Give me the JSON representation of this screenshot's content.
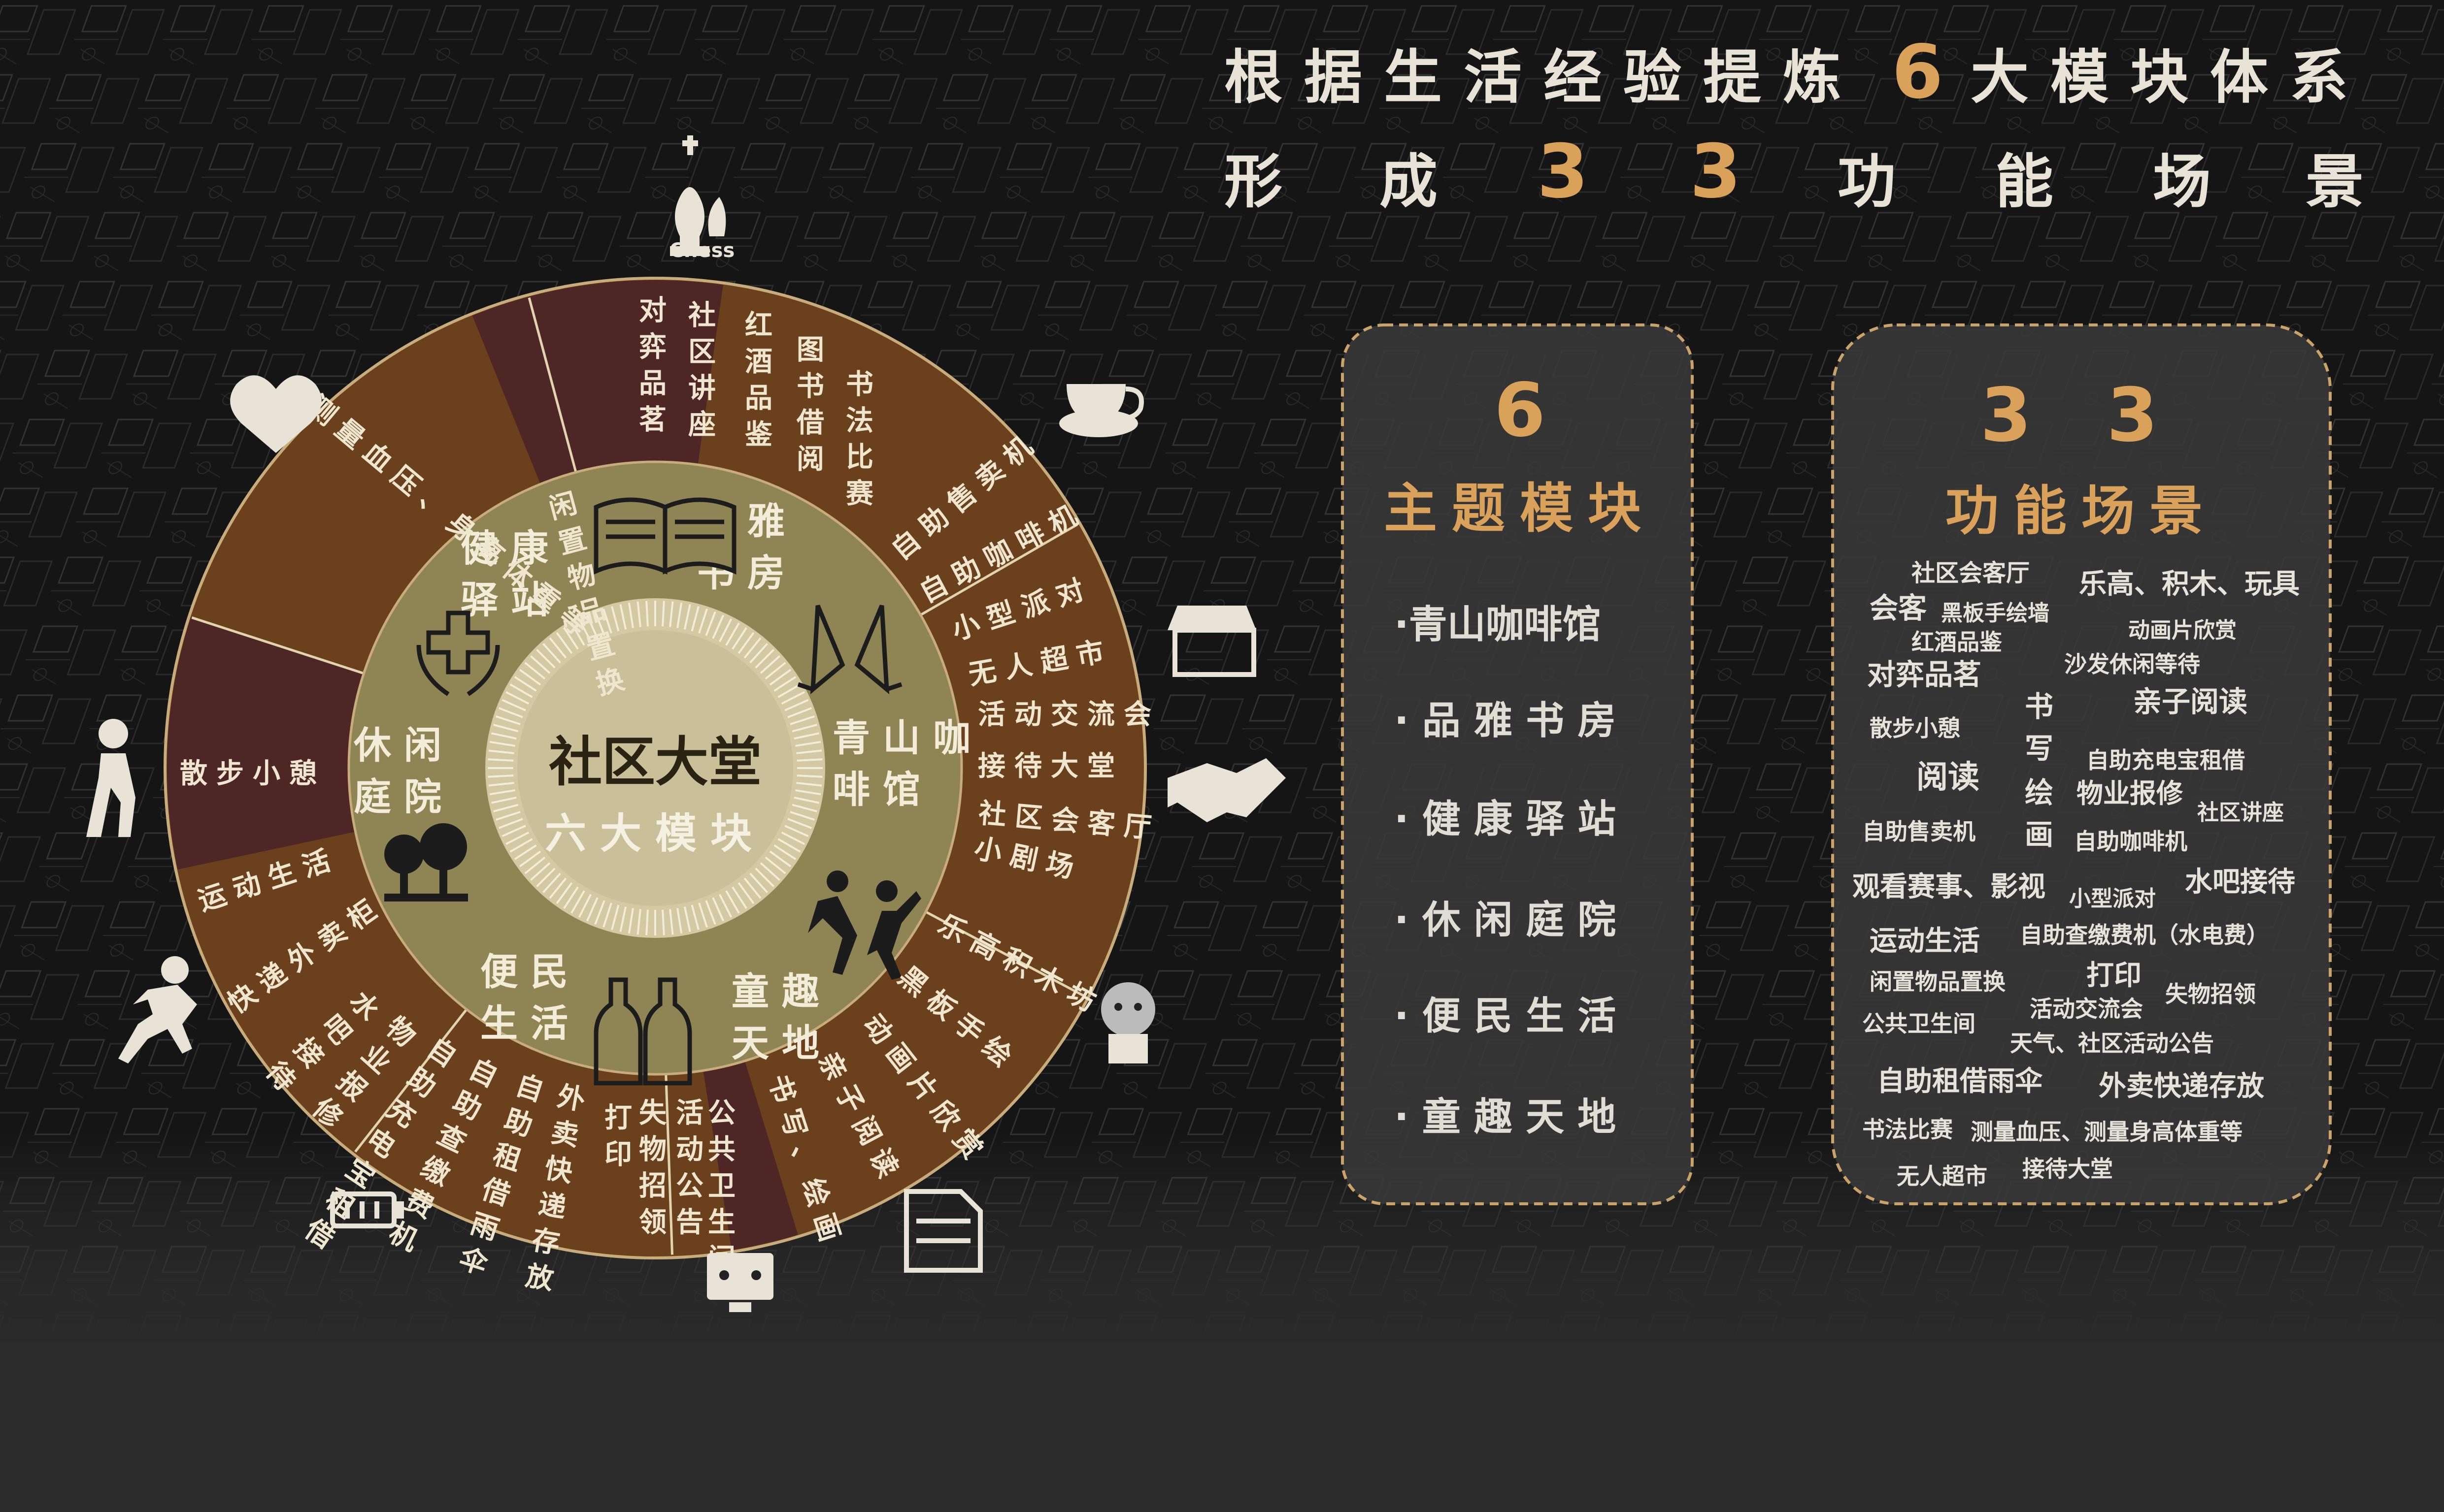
{
  "header": {
    "line1_a": "根据生活经验提炼",
    "line1_num": "6",
    "line1_b": "大模块体系",
    "line2_a": "形",
    "line2_b": "成",
    "line2_num1": "3",
    "line2_num2": "3",
    "line2_c": "功",
    "line2_d": "能",
    "line2_e": "场",
    "line2_f": "景"
  },
  "center": {
    "title": "社区大堂",
    "subtitle": "六大模块"
  },
  "modules": [
    {
      "id": "pinya",
      "name_1": "品雅",
      "name_2": "书房",
      "icon": "book-icon",
      "scenes": [
        "对弈品茗",
        "社区讲座",
        "红酒品鉴",
        "图书借阅",
        "书法比赛"
      ]
    },
    {
      "id": "qingshan",
      "name_1": "青山咖",
      "name_2": "啡馆",
      "icon": "wine-glasses-icon",
      "scenes": [
        "自助售卖机",
        "自助咖啡机",
        "小型派对",
        "无人超市",
        "活动交流会",
        "接待大堂",
        "社区会客厅",
        "小剧场"
      ]
    },
    {
      "id": "tongqu",
      "name_1": "童趣",
      "name_2": "天地",
      "icon": "kids-jumping-icon",
      "scenes": [
        "乐高积木坊",
        "黑板手绘",
        "动画片欣赏",
        "亲子阅读",
        "书写、绘画"
      ]
    },
    {
      "id": "bianmin",
      "name_1": "便民",
      "name_2": "生活",
      "icon": "bottles-icon",
      "scenes": [
        "公共卫生间",
        "活动公告",
        "失物招领",
        "打印",
        "外卖快递存放",
        "自助租借雨伞",
        "自助查缴费机",
        "自助充电宝租借",
        "物业报修",
        "水吧接待"
      ]
    },
    {
      "id": "xiuxian",
      "name_1": "休闲",
      "name_2": "庭院",
      "icon": "trees-icon",
      "scenes": [
        "快递外卖柜",
        "运动生活",
        "散步小憩"
      ]
    },
    {
      "id": "jiankang",
      "name_1": "健康",
      "name_2": "驿站",
      "icon": "care-hands-icon",
      "scenes": [
        "测量血压、身高体重等",
        "闲置物品置换"
      ]
    }
  ],
  "outer_icons": [
    {
      "name": "chess-icon",
      "label": "Chess"
    },
    {
      "name": "coffee-cup-icon"
    },
    {
      "name": "store-icon"
    },
    {
      "name": "handshake-icon"
    },
    {
      "name": "kid-avatar-icon"
    },
    {
      "name": "document-icon"
    },
    {
      "name": "monitor-icon"
    },
    {
      "name": "battery-icon"
    },
    {
      "name": "runner-icon"
    },
    {
      "name": "walker-icon"
    },
    {
      "name": "heart-hands-icon"
    }
  ],
  "panel_modules": {
    "num": "6",
    "title": "主题模块",
    "items": [
      "·青山咖啡馆",
      "· 品 雅 书 房",
      "· 健 康 驿 站",
      "· 休 闲 庭 院",
      "· 便 民 生 活",
      "· 童 趣 天 地"
    ]
  },
  "panel_scenes": {
    "num": "3 3",
    "title": "功能场景",
    "cloud": [
      {
        "text": "社区会客厅"
      },
      {
        "text": "乐高、积木、玩具"
      },
      {
        "text": "会客"
      },
      {
        "text": "黑板手绘墙"
      },
      {
        "text": "动画片欣赏"
      },
      {
        "text": "红酒品鉴"
      },
      {
        "text": "对弈品茗"
      },
      {
        "text": "沙发休闲等待"
      },
      {
        "text": "书"
      },
      {
        "text": "亲子阅读"
      },
      {
        "text": "散步小憩"
      },
      {
        "text": "写"
      },
      {
        "text": "阅读"
      },
      {
        "text": "自助充电宝租借"
      },
      {
        "text": "绘"
      },
      {
        "text": "物业报修"
      },
      {
        "text": "社区讲座"
      },
      {
        "text": "自助售卖机"
      },
      {
        "text": "画"
      },
      {
        "text": "自助咖啡机"
      },
      {
        "text": "观看赛事、影视"
      },
      {
        "text": "小型派对"
      },
      {
        "text": "水吧接待"
      },
      {
        "text": "运动生活"
      },
      {
        "text": "自助查缴费机（水电费）"
      },
      {
        "text": "闲置物品置换"
      },
      {
        "text": "打印"
      },
      {
        "text": "失物招领"
      },
      {
        "text": "活动交流会"
      },
      {
        "text": "公共卫生间"
      },
      {
        "text": "天气、社区活动公告"
      },
      {
        "text": "自助租借雨伞"
      },
      {
        "text": "外卖快递存放"
      },
      {
        "text": "书法比赛"
      },
      {
        "text": "测量血压、测量身高体重等"
      },
      {
        "text": "无人超市"
      },
      {
        "text": "接待大堂"
      }
    ]
  },
  "colors": {
    "accent": "#d9a15a",
    "brown": "#6b401d",
    "maroon": "#4a2424",
    "olive": "#8f8554",
    "cream": "#c9c09a"
  }
}
